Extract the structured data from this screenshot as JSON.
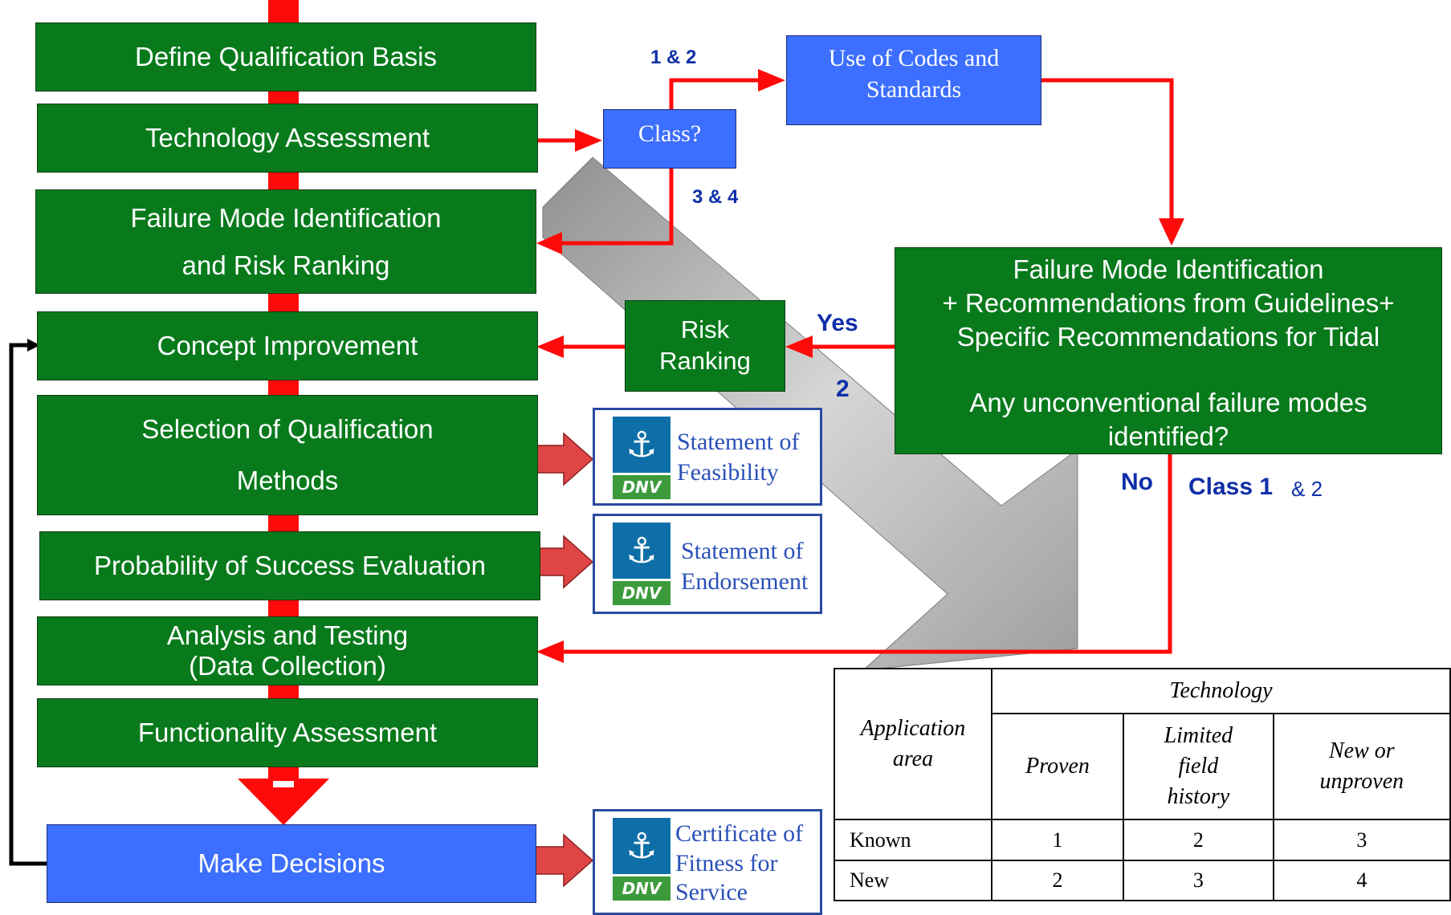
{
  "steps": {
    "define_basis": "Define Qualification Basis",
    "tech_assessment": "Technology Assessment",
    "fmi_line1": "Failure Mode Identification",
    "fmi_line2": "and Risk Ranking",
    "concept_improvement": "Concept Improvement",
    "selection_line1": "Selection of Qualification",
    "selection_line2": "Methods",
    "probability": "Probability of Success Evaluation",
    "analysis_line1": "Analysis and Testing",
    "analysis_line2": "(Data Collection)",
    "functionality": "Functionality Assessment",
    "make_decisions": "Make Decisions"
  },
  "class_box": "Class?",
  "codes_box": {
    "line1": "Use of Codes and",
    "line2": "Standards"
  },
  "risk_box": {
    "line1": "Risk",
    "line2": "Ranking"
  },
  "fmi_right": {
    "line1": "Failure Mode Identification",
    "line2": "+ Recommendations from Guidelines+",
    "line3": "Specific Recommendations for Tidal",
    "line4": "Any unconventional failure modes",
    "line5": "identified?"
  },
  "labels": {
    "one_two": "1 & 2",
    "three_four": "3 & 4",
    "yes": "Yes",
    "two": "2",
    "no": "No",
    "class_main": "Class 1",
    "class_amp": "& 2"
  },
  "certificates": {
    "feasibility": {
      "line1": "Statement of",
      "line2": "Feasibility"
    },
    "endorsement": {
      "line1": "Statement of",
      "line2": "Endorsement"
    },
    "fitness": {
      "line1": "Certificate of",
      "line2": "Fitness for",
      "line3": "Service"
    },
    "logo_text": "DNV"
  },
  "class_table": {
    "application_area": "Application area",
    "technology": "Technology",
    "col_proven": "Proven",
    "col_limited": "Limited field history",
    "col_new": "New or unproven",
    "rows": [
      {
        "label": "Known",
        "values": [
          "1",
          "2",
          "3"
        ]
      },
      {
        "label": "New",
        "values": [
          "2",
          "3",
          "4"
        ]
      }
    ]
  },
  "colors": {
    "green": "#087A1C",
    "blue": "#3C6EFF",
    "arrow_red": "#FF0A0A",
    "label_blue": "#0F2FA8"
  }
}
